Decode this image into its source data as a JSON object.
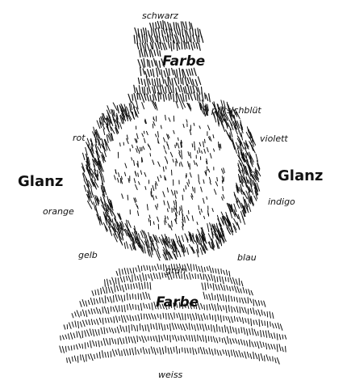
{
  "labels": {
    "top": "schwarz",
    "farbe_top": "Farbe",
    "pfirsichbluet": "pfirsichblüt",
    "rot": "rot",
    "violett": "violett",
    "glanz_left": "Glanz",
    "glanz_right": "Glanz",
    "orange": "orange",
    "indigo": "indigo",
    "gelb": "gelb",
    "blau": "blau",
    "gruen": "grün",
    "farbe_bottom": "Farbe",
    "bottom": "weiss"
  },
  "colors": {
    "ink": "#111111",
    "background": "#ffffff"
  }
}
